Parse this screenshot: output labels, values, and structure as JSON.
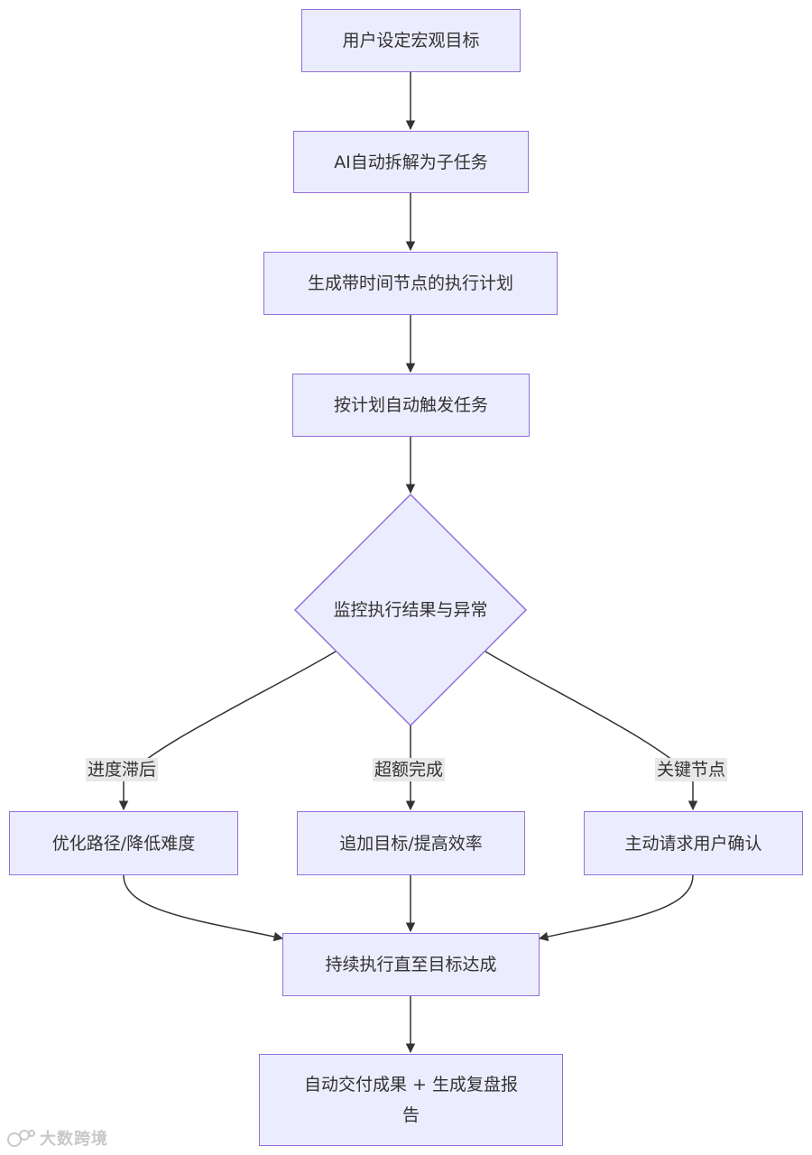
{
  "nodes": {
    "set_goal": "用户设定宏观目标",
    "decompose": "AI自动拆解为子任务",
    "plan": "生成带时间节点的执行计划",
    "trigger": "按计划自动触发任务",
    "monitor": "监控执行结果与异常",
    "optimize": "优化路径/降低难度",
    "raise": "追加目标/提高效率",
    "confirm": "主动请求用户确认",
    "continue": "持续执行直至目标达成",
    "deliver": "自动交付成果 + 生成复盘报告"
  },
  "edge_labels": {
    "behind": "进度滞后",
    "exceeded": "超额完成",
    "key_node": "关键节点"
  },
  "watermark": "大数跨境",
  "colors": {
    "node_fill": "#ECECFF",
    "node_border": "#9370DB",
    "edge": "#333333",
    "label_bg": "#e8e8e8"
  }
}
